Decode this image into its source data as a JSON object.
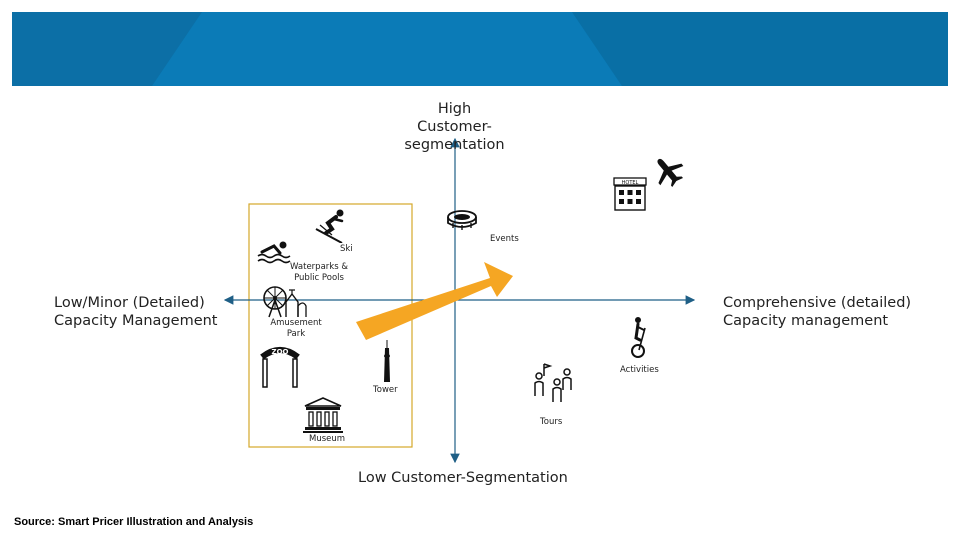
{
  "axes": {
    "top": [
      "High",
      "Customer-segmentation"
    ],
    "bottom": "Low Customer-Segmentation",
    "left": [
      "Low/Minor (Detailed)",
      "Capacity Management"
    ],
    "right": [
      "Comprehensive (detailed)",
      "Capacity management"
    ]
  },
  "items": {
    "ski": "Ski",
    "waterparks": [
      "Waterparks &",
      "Public Pools"
    ],
    "amusement": [
      "Amusement",
      "Park"
    ],
    "tower": "Tower",
    "museum": "Museum",
    "events": "Events",
    "tours": "Tours",
    "activities": "Activities",
    "hotel_sign": "HOTEL",
    "zoo_sign": "ZOO"
  },
  "footer": "Source: Smart Pricer Illustration and Analysis",
  "colors": {
    "banner": "#0a76b0",
    "axis": "#1f5f86",
    "arrow": "#f5a623",
    "box_border": "#d4a82a"
  }
}
